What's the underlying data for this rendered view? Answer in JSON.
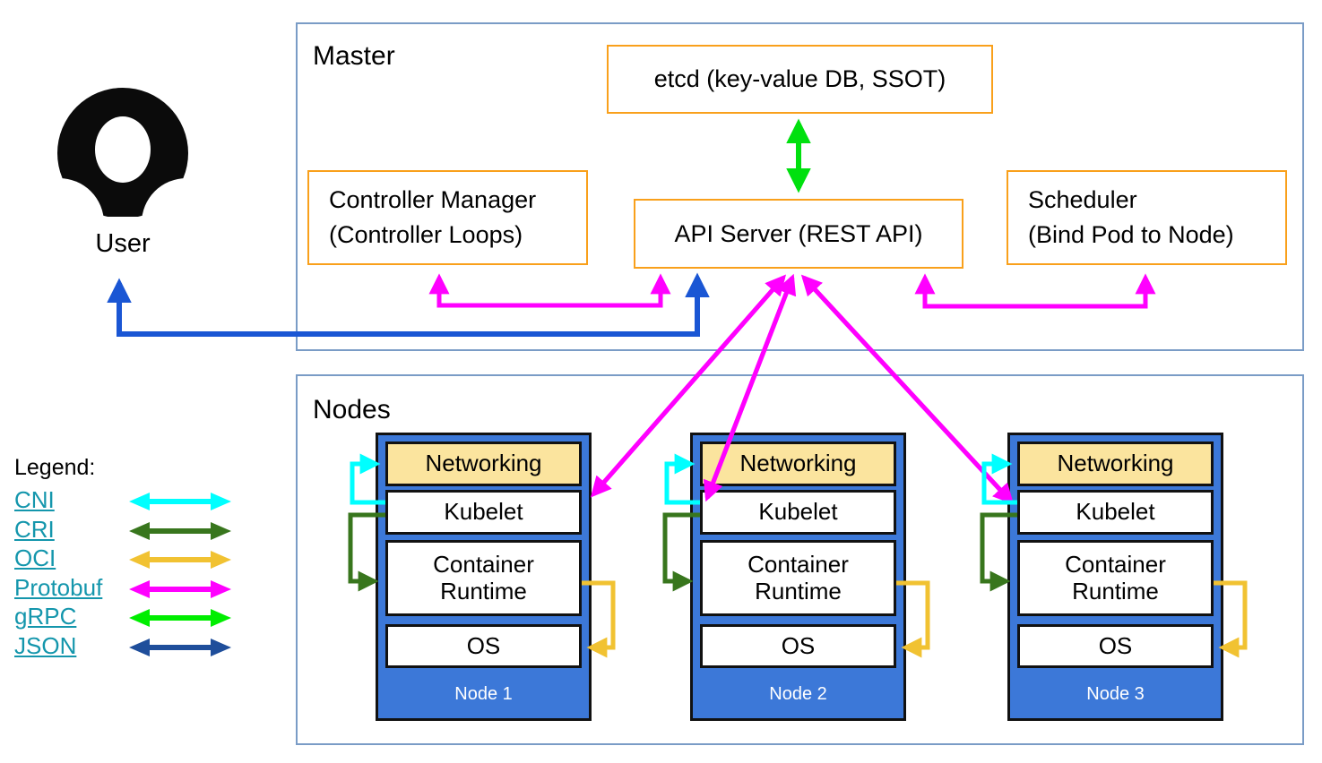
{
  "master": {
    "label": "Master",
    "etcd_label": "etcd (key-value DB, SSOT)",
    "api_server_label": "API Server (REST API)",
    "controller_manager": {
      "line1": "Controller Manager",
      "line2": "(Controller Loops)"
    },
    "scheduler": {
      "line1": "Scheduler",
      "line2": "(Bind Pod to Node)"
    }
  },
  "user": {
    "label": "User"
  },
  "nodes_section": {
    "label": "Nodes",
    "layers": {
      "networking": "Networking",
      "kubelet": "Kubelet",
      "container_runtime": "Container Runtime",
      "os": "OS"
    },
    "nodes": [
      {
        "name": "Node 1"
      },
      {
        "name": "Node 2"
      },
      {
        "name": "Node 3"
      }
    ]
  },
  "legend": {
    "title": "Legend:",
    "items": [
      {
        "label": "CNI",
        "color": "#00ffff"
      },
      {
        "label": "CRI",
        "color": "#38761d"
      },
      {
        "label": "OCI",
        "color": "#f1c232"
      },
      {
        "label": "Protobuf",
        "color": "#ff00ff"
      },
      {
        "label": "gRPC",
        "color": "#00ee00"
      },
      {
        "label": "JSON",
        "color": "#1f4e9b"
      }
    ]
  },
  "colors": {
    "cni": "#00ffff",
    "cri": "#38761d",
    "oci": "#f1c232",
    "protobuf": "#ff00ff",
    "grpc": "#00e00e",
    "json": "#1f4e9b",
    "user_link": "#1a56d4",
    "box_border_orange": "#f9a01b",
    "section_border_blue": "#7a9cc6",
    "node_fill_blue": "#3c78d8",
    "networking_fill": "#fbe49e",
    "legend_link_text": "#1496ac"
  }
}
